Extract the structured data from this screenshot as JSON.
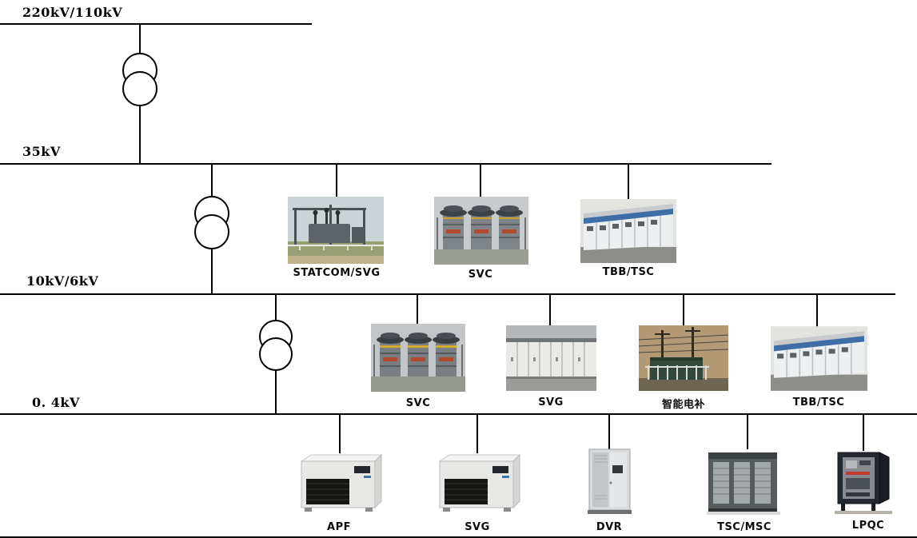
{
  "page": {
    "background": "#ffffff",
    "line_color": "#000000"
  },
  "buses": {
    "hv": {
      "label": "220kV/110kV"
    },
    "mv35": {
      "label": "35kV"
    },
    "mv10": {
      "label": "10kV/6kV"
    },
    "lv": {
      "label": "0. 4kV"
    }
  },
  "equipment": {
    "level_35kv": [
      {
        "label": "STATCOM/SVG",
        "image": "outdoor-statcom-substation"
      },
      {
        "label": "SVC",
        "image": "outdoor-svc-valve-towers"
      },
      {
        "label": "TBB/TSC",
        "image": "indoor-switchgear-row"
      }
    ],
    "level_10kv": [
      {
        "label": "SVC",
        "image": "outdoor-svc-valve-towers"
      },
      {
        "label": "SVG",
        "image": "container-cabinet-row"
      },
      {
        "label": "智能电补",
        "image": "outdoor-smart-compensation"
      },
      {
        "label": "TBB/TSC",
        "image": "indoor-switchgear-row"
      }
    ],
    "level_04kv": [
      {
        "label": "APF",
        "image": "rack-cabinet"
      },
      {
        "label": "SVG",
        "image": "rack-cabinet"
      },
      {
        "label": "DVR",
        "image": "tall-cabinet"
      },
      {
        "label": "TSC/MSC",
        "image": "louvered-cabinet"
      },
      {
        "label": "LPQC",
        "image": "open-door-enclosure"
      }
    ]
  }
}
